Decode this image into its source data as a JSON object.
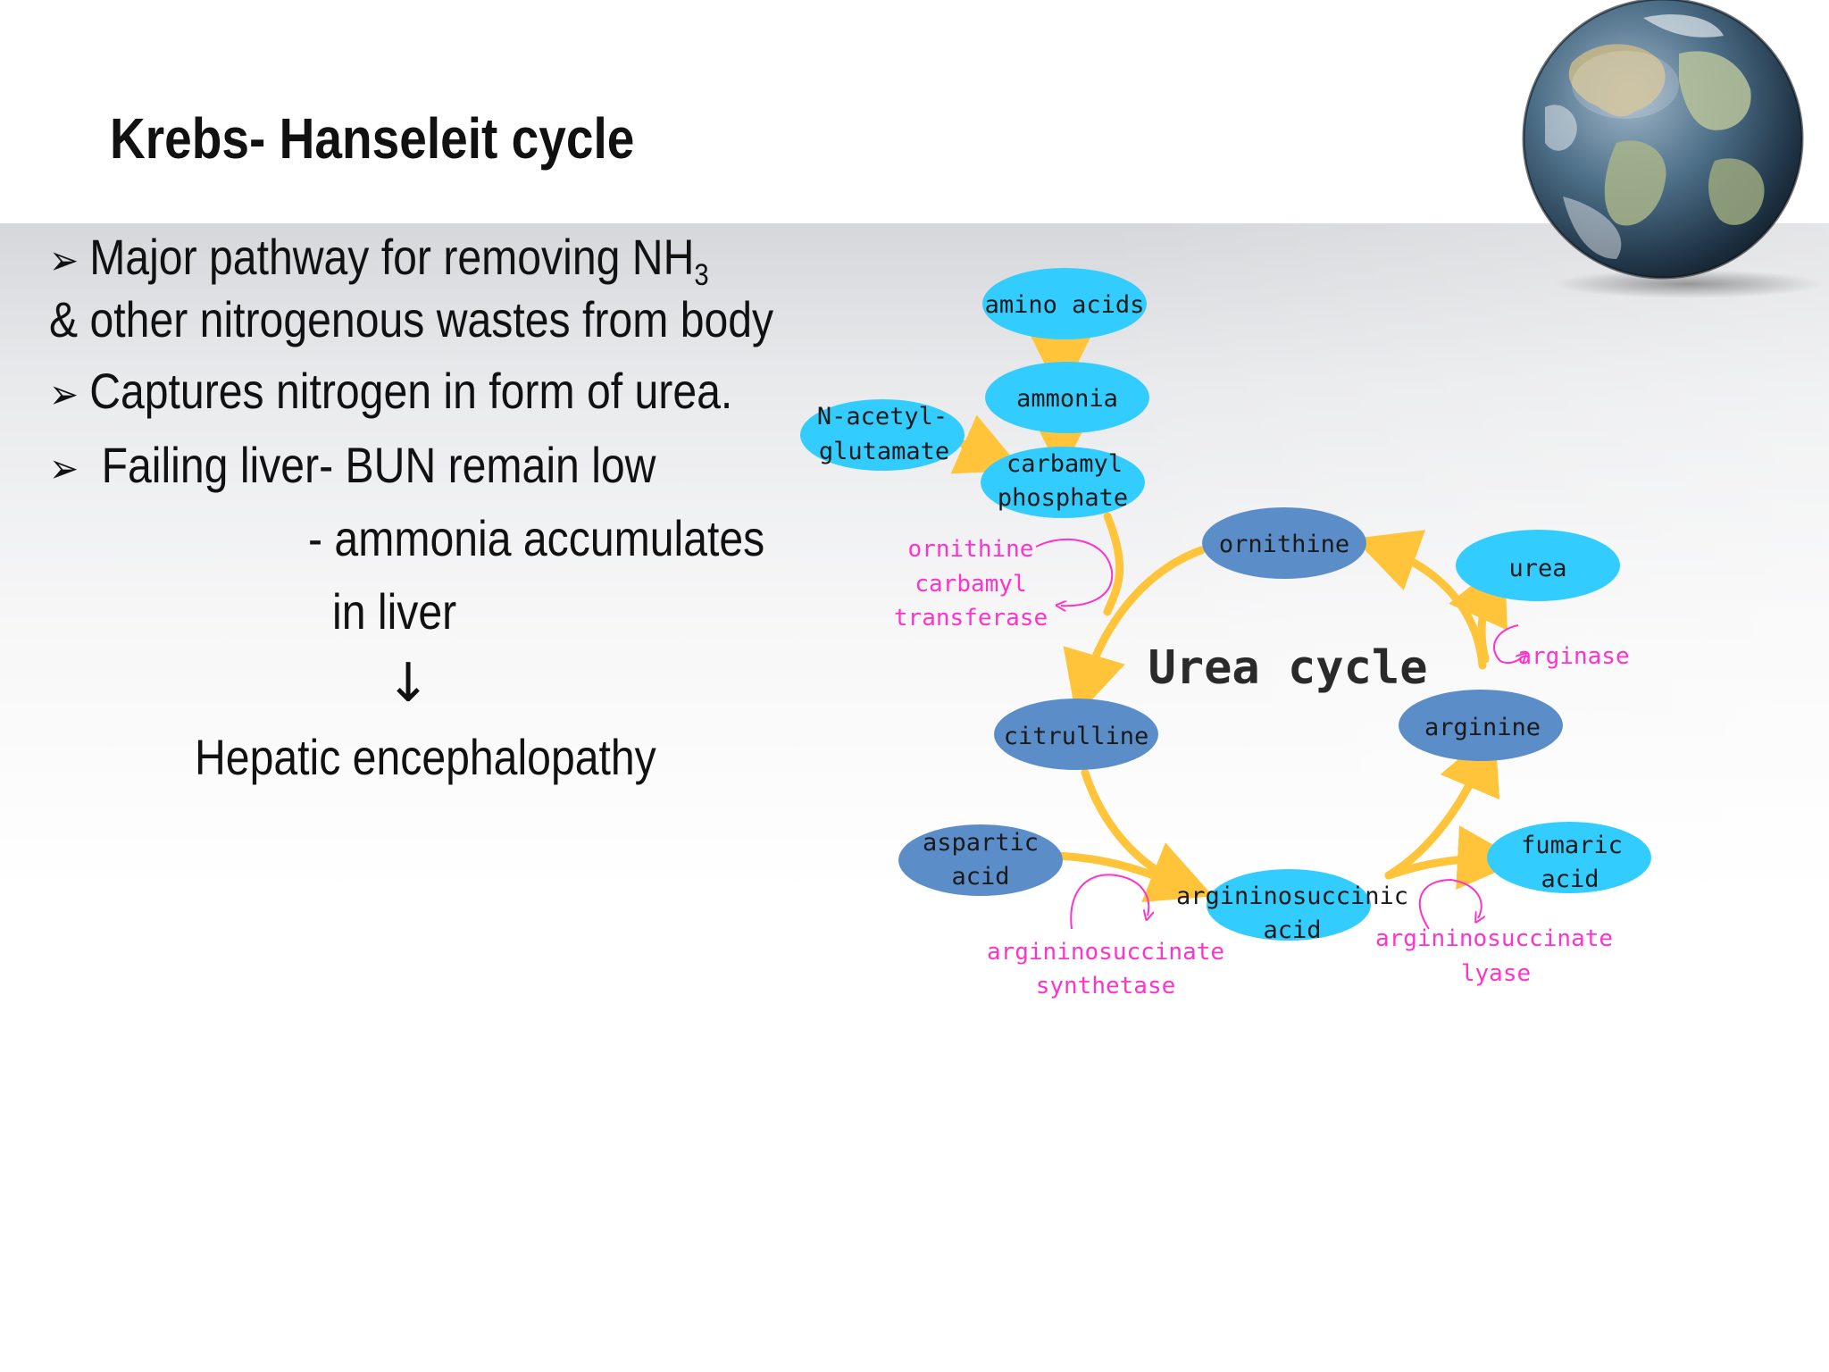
{
  "slide": {
    "title": "Krebs- Hanseleit cycle",
    "bullets": [
      {
        "arrow": "➢",
        "text": "Major pathway for removing NH",
        "sub": "3"
      },
      {
        "text": "& other nitrogenous wastes from body"
      },
      {
        "arrow": "➢",
        "text": "Captures nitrogen in form of urea."
      },
      {
        "arrow": "➢",
        "text": " Failing liver- BUN remain low"
      },
      {
        "text": "- ammonia accumulates"
      },
      {
        "text": "in liver"
      },
      {
        "text": "Hepatic encephalopathy"
      }
    ],
    "down_arrow": "↓"
  },
  "diagram": {
    "title": "Urea cycle",
    "nodes": {
      "amino_acids": "amino acids",
      "ammonia": "ammonia",
      "n_acetyl_1": "N-acetyl-",
      "n_acetyl_2": "glutamate",
      "carbamyl_1": "carbamyl",
      "carbamyl_2": "phosphate",
      "ornithine": "ornithine",
      "urea": "urea",
      "citrulline": "citrulline",
      "arginine": "arginine",
      "aspartic_1": "aspartic",
      "aspartic_2": "acid",
      "fumaric_1": "fumaric",
      "fumaric_2": "acid",
      "argsucc_1": "argininosuccinic",
      "argsucc_2": "acid"
    },
    "enzymes": {
      "otc_1": "ornithine",
      "otc_2": "carbamyl",
      "otc_3": "transferase",
      "arginase": "arginase",
      "ass_1": "argininosuccinate",
      "ass_2": "synthetase",
      "asl_1": "argininosuccinate",
      "asl_2": "lyase"
    },
    "colors": {
      "light_node": "#33ccff",
      "dark_node": "#5b8ec9",
      "arrow": "#ffc43a",
      "enzyme_text": "#ff33cc"
    }
  }
}
